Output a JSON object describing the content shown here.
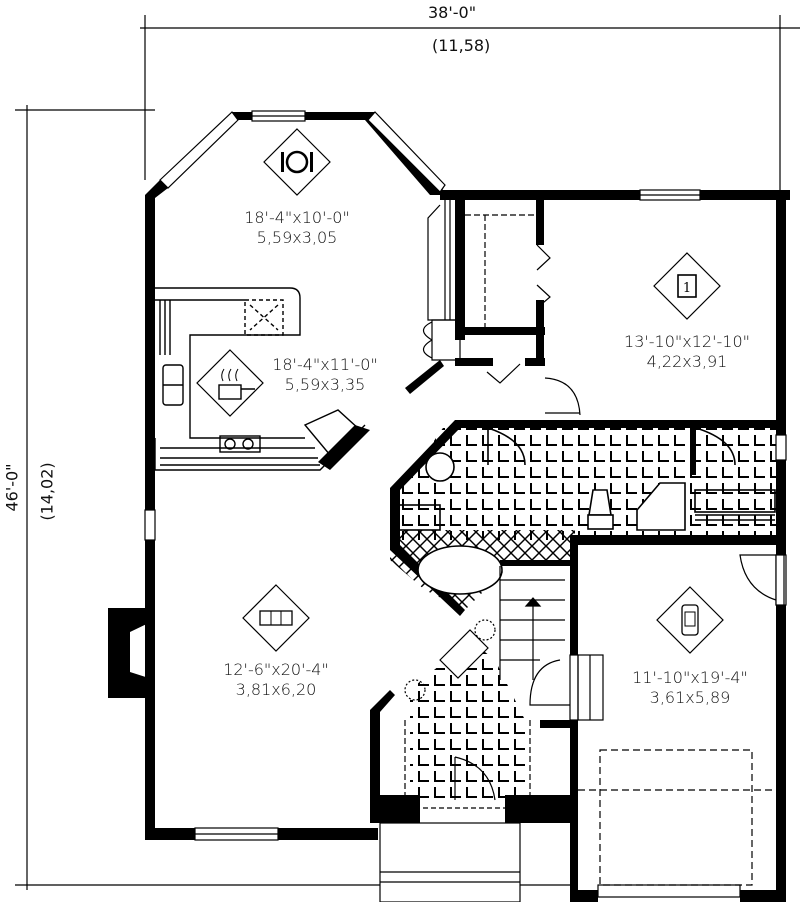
{
  "plan": {
    "overall_width": {
      "imperial": "38'-0\"",
      "metric": "(11,58)"
    },
    "overall_depth": {
      "imperial": "46'-0\"",
      "metric": "(14,02)"
    },
    "rooms": [
      {
        "name": "dining",
        "icon": "dining-plate-icon",
        "imperial": "18'-4\"x10'-0\"",
        "metric": "5,59x3,05"
      },
      {
        "name": "kitchen",
        "icon": "cooking-pot-icon",
        "imperial": "18'-4\"x11'-0\"",
        "metric": "5,59x3,35"
      },
      {
        "name": "bedroom",
        "icon": "bed-1-icon",
        "icon_text": "1",
        "imperial": "13'-10\"x12'-10\"",
        "metric": "4,22x3,91"
      },
      {
        "name": "living",
        "icon": "sofa-icon",
        "imperial": "12'-6\"x20'-4\"",
        "metric": "3,81x6,20"
      },
      {
        "name": "garage",
        "icon": "car-icon",
        "imperial": "11'-10\"x19'-4\"",
        "metric": "3,61x5,89"
      }
    ]
  }
}
